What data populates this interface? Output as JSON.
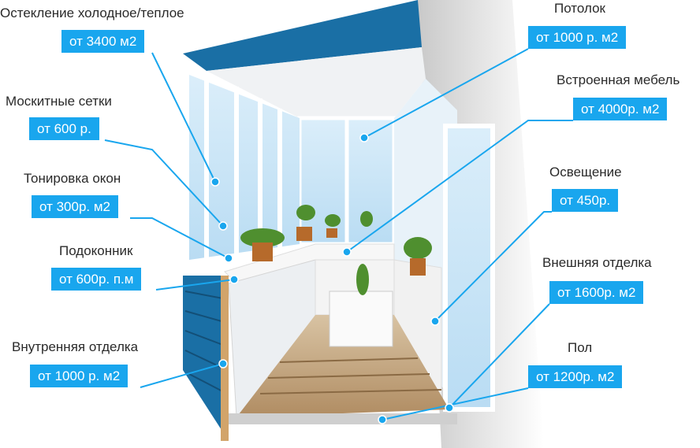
{
  "colors": {
    "accent": "#19a6ee",
    "text": "#2a2a2a"
  },
  "items": [
    {
      "title": "Остекление холодное/теплое",
      "price": "от 3400 м2"
    },
    {
      "title": "Москитные сетки",
      "price": "от 600 р."
    },
    {
      "title": "Тонировка окон",
      "price": "от 300р. м2"
    },
    {
      "title": "Подоконник",
      "price": "от 600р. п.м"
    },
    {
      "title": "Внутренняя отделка",
      "price": "от 1000 р. м2"
    },
    {
      "title": "Потолок",
      "price": "от 1000 р. м2"
    },
    {
      "title": "Встроенная мебель",
      "price": "от 4000р. м2"
    },
    {
      "title": "Освещение",
      "price": "от 450р."
    },
    {
      "title": "Внешняя отделка",
      "price": "от 1600р. м2"
    },
    {
      "title": "Пол",
      "price": "от 1200р. м2"
    }
  ]
}
